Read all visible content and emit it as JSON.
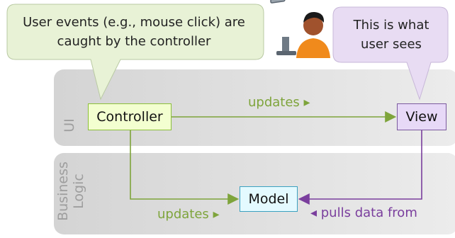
{
  "layers": {
    "ui": "UI",
    "business_logic_line1": "Business",
    "business_logic_line2": "Logic"
  },
  "nodes": {
    "controller": "Controller",
    "view": "View",
    "model": "Model"
  },
  "edges": {
    "controller_to_view": "updates ▸",
    "controller_to_model": "updates ▸",
    "view_to_model": "◂ pulls data from"
  },
  "callouts": {
    "left_line1": "User events (e.g., mouse click) are",
    "left_line2": "caught by the controller",
    "right_line1": "This is what",
    "right_line2": "user sees"
  },
  "colors": {
    "ui_band": "#e2e2e2",
    "controller_fill": "#f3ffd0",
    "view_fill": "#e7d9f7",
    "model_fill": "#e4faff",
    "updates_arrow": "#7ea43b",
    "pulls_arrow": "#7a3e9d",
    "callout_left": "#e8f2d6",
    "callout_right": "#e8dcf3"
  },
  "icons": {
    "user": "user-at-computer-icon"
  }
}
